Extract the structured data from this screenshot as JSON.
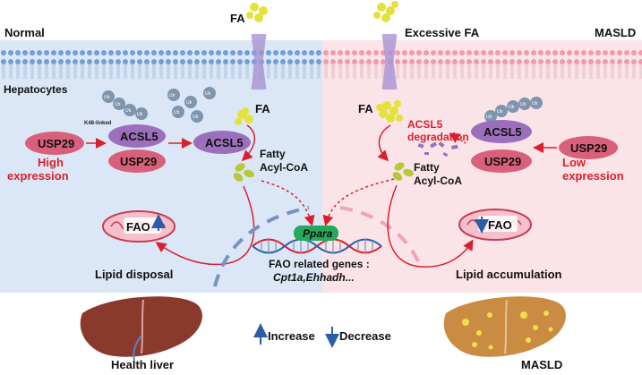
{
  "panels": {
    "normal": {
      "title": "Normal",
      "fa_top": "FA",
      "cell": "Hepatocytes"
    },
    "masld": {
      "title": "MASLD",
      "fa_top": "Excessive FA"
    }
  },
  "left": {
    "ub": "Ub",
    "k48": "K48-linked",
    "usp29": "USP29",
    "acsl5": "ACSL5",
    "usp29_bound": "USP29",
    "acsl5_free": "ACSL5",
    "high1": "High",
    "high2": "expression",
    "fa": "FA",
    "fatty1": "Fatty",
    "fatty2": "Acyl-CoA",
    "fao": "FAO",
    "disposal": "Lipid disposal"
  },
  "right": {
    "ub": "Ub",
    "fa": "FA",
    "acsl5": "ACSL5",
    "usp29_bound": "USP29",
    "usp29": "USP29",
    "low1": "Low",
    "low2": "expression",
    "deg1": "ACSL5",
    "deg2": "degradation",
    "fatty1": "Fatty",
    "fatty2": "Acyl-CoA",
    "fao": "FAO",
    "accum": "Lipid accumulation"
  },
  "center": {
    "ppara": "Ppara",
    "genes1": "FAO related genes :",
    "genes2": "Cpt1a,Ehhadh..."
  },
  "legend": {
    "increase": "Increase",
    "decrease": "Decrease",
    "healthy": "Health liver",
    "masld": "MASLD"
  },
  "colors": {
    "normal_bg": "#dbe7f6",
    "masld_bg": "#fbe4e8",
    "membrane_blue": "#6f9fd8",
    "membrane_pink": "#f29aab",
    "red_text": "#d9202c",
    "usp29": "#d9607a",
    "acsl5": "#9b6fbb",
    "ub": "#7f95ad",
    "fa": "#e3e23b",
    "ppara": "#27a85b",
    "liver": "#8a3a2c",
    "masld_liver": "#c98c42"
  }
}
